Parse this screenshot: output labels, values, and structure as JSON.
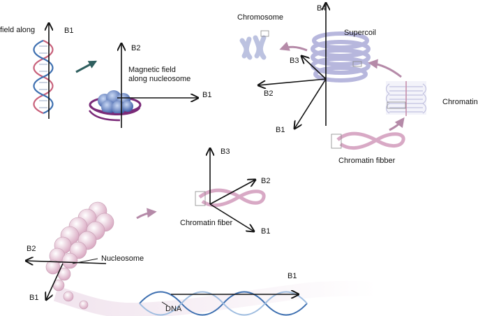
{
  "labels": {
    "field_along": "field along",
    "b1_dna_top": "B1",
    "b2_nucleosome": "B2",
    "magnetic_field_line1": "Magnetic field",
    "magnetic_field_line2": "along nucleosome",
    "b1_nucleosome": "B1",
    "chromosome": "Chromosome",
    "b4": "B4",
    "supercoil": "Supercoil",
    "b3_supercoil": "B3",
    "b2_supercoil": "B2",
    "b1_supercoil": "B1",
    "chromatin": "Chromatin",
    "chromatin_fibber": "Chromatin fibber",
    "b3_fiber": "B3",
    "b2_fiber": "B2",
    "chromatin_fiber": "Chromatin fiber",
    "b1_fiber": "B1",
    "b2_bottom": "B2",
    "nucleosome": "Nucleosome",
    "b1_bottom_left": "B1",
    "b1_bottom_right": "B1",
    "dna": "DNA"
  },
  "colors": {
    "axis": "#111111",
    "dna_pink": "#c8607a",
    "dna_blue": "#3d6fb0",
    "coil": "#c9c9e6",
    "coil_edge": "#8f8fc0",
    "nucleosome_blue": "#5b7ec8",
    "nucleosome_purple": "#7a2a78",
    "arrow_mauve": "#b58aa8",
    "arrow_teal": "#2f5f5f",
    "bead_pink": "#e8c8d8",
    "bead_edge": "#c49ab0"
  }
}
